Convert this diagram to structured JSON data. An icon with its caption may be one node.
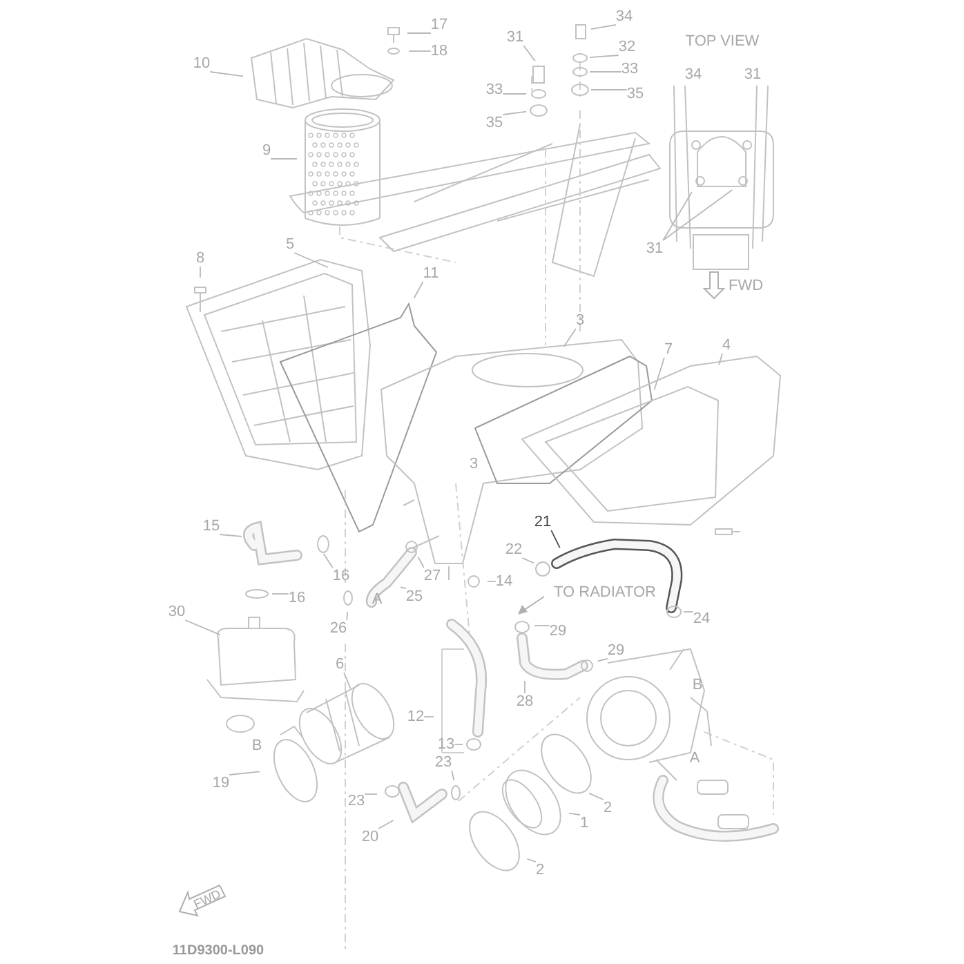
{
  "diagram": {
    "nodes": [
      {
        "text": [
          "34"
        ]
      },
      {
        "text": [
          "17"
        ]
      },
      {
        "text": [
          "31"
        ]
      },
      {
        "text": [
          "32"
        ]
      },
      {
        "text": [
          "18"
        ]
      },
      {
        "text": [
          "10"
        ]
      },
      {
        "text": [
          "33"
        ]
      },
      {
        "text": [
          "35"
        ]
      },
      {
        "text": [
          "33"
        ]
      },
      {
        "text": [
          "35"
        ]
      },
      {
        "text": [
          "9"
        ]
      },
      {
        "text": [
          "31"
        ]
      },
      {
        "text": [
          "5"
        ]
      },
      {
        "text": [
          "8"
        ]
      },
      {
        "text": [
          "11"
        ]
      },
      {
        "text": [
          "3"
        ]
      },
      {
        "text": [
          "7"
        ]
      },
      {
        "text": [
          "4"
        ]
      },
      {
        "text": [
          "21"
        ]
      },
      {
        "text": [
          "15"
        ]
      },
      {
        "text": [
          "22"
        ]
      },
      {
        "text": [
          "16"
        ]
      },
      {
        "text": [
          "27"
        ]
      },
      {
        "text": [
          "14"
        ]
      },
      {
        "text": [
          "25"
        ]
      },
      {
        "text": [
          "16"
        ]
      },
      {
        "text": [
          "30"
        ]
      },
      {
        "text": [
          "24"
        ]
      },
      {
        "text": [
          "29"
        ]
      },
      {
        "text": [
          "26"
        ]
      },
      {
        "text": [
          "29"
        ]
      },
      {
        "text": [
          "6"
        ]
      },
      {
        "text": [
          "28"
        ]
      },
      {
        "text": [
          "12"
        ]
      },
      {
        "text": [
          "13"
        ]
      },
      {
        "text": [
          "23"
        ]
      },
      {
        "text": [
          "19"
        ]
      },
      {
        "text": [
          "23"
        ]
      },
      {
        "text": [
          "2"
        ]
      },
      {
        "text": [
          "1"
        ]
      },
      {
        "text": [
          "20"
        ]
      },
      {
        "text": [
          "2"
        ]
      }
    ],
    "edges": [
      {
        "from": 0,
        "to": null,
        "arrow": "none"
      },
      {
        "from": 1,
        "to": null,
        "arrow": "none"
      },
      {
        "from": 2,
        "to": null,
        "arrow": "none"
      },
      {
        "from": 3,
        "to": null,
        "arrow": "none"
      },
      {
        "from": 4,
        "to": null,
        "arrow": "none"
      },
      {
        "from": 5,
        "to": null,
        "arrow": "none"
      },
      {
        "from": 6,
        "to": null,
        "arrow": "none"
      },
      {
        "from": 7,
        "to": null,
        "arrow": "none"
      },
      {
        "from": 8,
        "to": null,
        "arrow": "none"
      },
      {
        "from": 9,
        "to": null,
        "arrow": "none"
      },
      {
        "from": 10,
        "to": null,
        "arrow": "none"
      },
      {
        "from": 11,
        "to": null,
        "arrow": "none"
      },
      {
        "from": 11,
        "to": null,
        "arrow": "none"
      },
      {
        "from": 12,
        "to": null,
        "arrow": "none"
      },
      {
        "from": 13,
        "to": null,
        "arrow": "none"
      },
      {
        "from": 14,
        "to": null,
        "arrow": "none"
      },
      {
        "from": 15,
        "to": null,
        "arrow": "none"
      },
      {
        "from": 16,
        "to": null,
        "arrow": "none"
      },
      {
        "from": 17,
        "to": null,
        "arrow": "none"
      },
      {
        "from": 18,
        "to": null,
        "arrow": "none",
        "color": "#555555"
      },
      {
        "from": 19,
        "to": null,
        "arrow": "none"
      },
      {
        "from": 20,
        "to": null,
        "arrow": "none"
      },
      {
        "from": 21,
        "to": null,
        "arrow": "none"
      },
      {
        "from": 22,
        "to": null,
        "arrow": "none"
      },
      {
        "from": 23,
        "to": null,
        "arrow": "none"
      },
      {
        "from": 24,
        "to": null,
        "arrow": "none"
      },
      {
        "from": 25,
        "to": null,
        "arrow": "none"
      },
      {
        "from": 26,
        "to": null,
        "arrow": "none"
      },
      {
        "from": 27,
        "to": null,
        "arrow": "none"
      },
      {
        "from": 28,
        "to": null,
        "arrow": "none"
      },
      {
        "from": 29,
        "to": null,
        "arrow": "none"
      },
      {
        "from": 30,
        "to": null,
        "arrow": "none"
      },
      {
        "from": 31,
        "to": null,
        "arrow": "none"
      },
      {
        "from": 32,
        "to": null,
        "arrow": "none"
      },
      {
        "from": 33,
        "to": null,
        "arrow": "none"
      },
      {
        "from": 34,
        "to": null,
        "arrow": "none"
      },
      {
        "from": 35,
        "to": null,
        "arrow": "none"
      },
      {
        "from": 36,
        "to": null,
        "arrow": "none"
      },
      {
        "from": 37,
        "to": null,
        "arrow": "none"
      },
      {
        "from": 38,
        "to": null,
        "arrow": "none"
      },
      {
        "from": 39,
        "to": null,
        "arrow": "none"
      },
      {
        "from": 40,
        "to": null,
        "arrow": "none"
      },
      {
        "from": 41,
        "to": null,
        "arrow": "none"
      }
    ],
    "labels": [
      "TOP VIEW",
      "34",
      "31",
      "FWD",
      "3",
      "A",
      "TO RADIATOR",
      "B",
      "B",
      "A",
      "FWD",
      "11D9300-L090"
    ]
  }
}
